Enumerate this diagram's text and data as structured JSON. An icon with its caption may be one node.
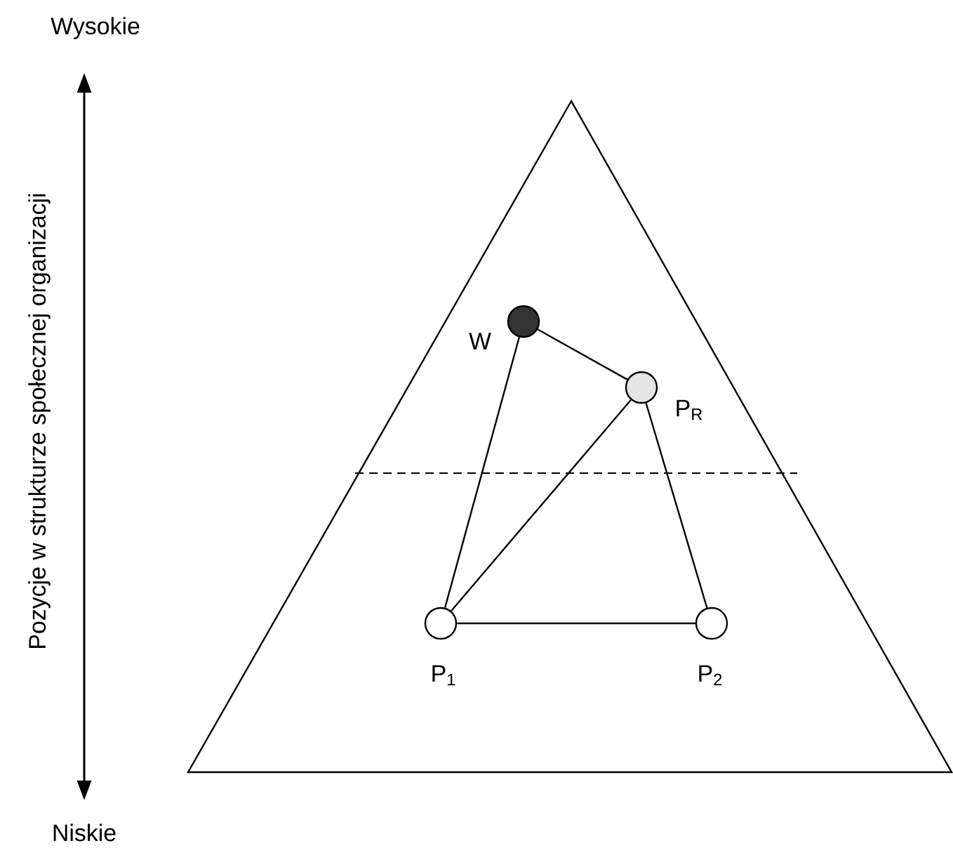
{
  "diagram": {
    "nodes": [
      {
        "text": [],
        "shape": "circle",
        "beside": [
          "W"
        ]
      },
      {
        "text": [],
        "shape": "circle",
        "beside": [
          "P$_{R}$"
        ]
      },
      {
        "text": [],
        "shape": "circle",
        "beside": [
          "P$_{1}$"
        ]
      },
      {
        "text": [],
        "shape": "circle",
        "beside": [
          "P$_{2}$"
        ]
      }
    ],
    "edges": [
      {
        "from": 0,
        "to": 2,
        "arrow": "none"
      },
      {
        "from": 0,
        "to": 1,
        "arrow": "none"
      },
      {
        "from": 1,
        "to": 2,
        "arrow": "none"
      },
      {
        "from": 1,
        "to": 3,
        "arrow": "none"
      },
      {
        "from": 2,
        "to": 3,
        "arrow": "none"
      }
    ],
    "labels": [
      "Wysokie",
      "Pozycje w strukturze społecznej organizacji",
      "Niskie"
    ]
  }
}
